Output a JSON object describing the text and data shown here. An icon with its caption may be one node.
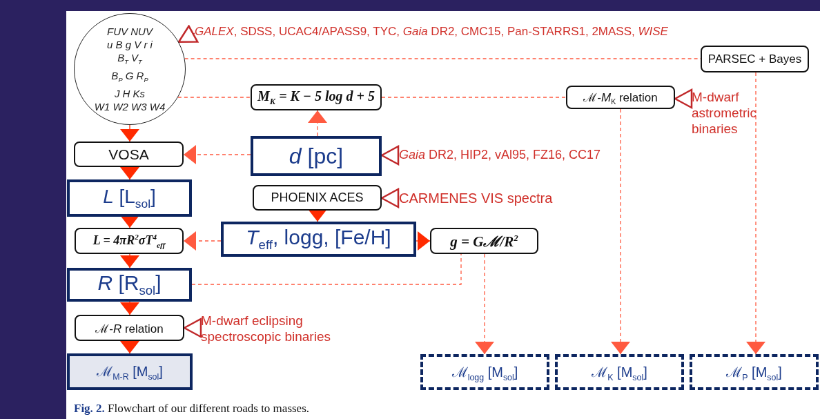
{
  "diagram": {
    "caption": "**Fig. 2.** Flowchart of our different roads to masses.",
    "nodes": [
      {
        "text": [
          "FUV NUV",
          "u B g V r i",
          "B$_{T}$ V$_{T}$",
          "B$_{P}$ G R$_{P}$",
          "J H Ks",
          "W1 W2 W3 W4"
        ]
      },
      {
        "text": [
          "*GALEX*, SDSS, UCAC4/APASS9, TYC, *Gaia* DR2, CMC15, Pan-STARRS1, 2MASS, *WISE*"
        ]
      },
      {
        "text": [
          "PARSEC + Bayes"
        ]
      },
      {
        "text": [
          "M$_{K}$ = K − 5 log d + 5"
        ]
      },
      {
        "text": [
          "ℳ-*M*$_{K}$ relation"
        ]
      },
      {
        "text": [
          "M-dwarf astrometric binaries"
        ]
      },
      {
        "text": [
          "VOSA"
        ]
      },
      {
        "text": [
          "*d* [pc]"
        ]
      },
      {
        "text": [
          "*Gaia* DR2, HIP2, vAl95, FZ16, CC17"
        ]
      },
      {
        "text": [
          "*L* [L$_{sol}$]"
        ]
      },
      {
        "text": [
          "PHOENIX ACES"
        ]
      },
      {
        "text": [
          "CARMENES VIS spectra"
        ]
      },
      {
        "text": [
          "L = 4πR$^{2}$σT$^{4}$$_{eff}$"
        ]
      },
      {
        "text": [
          "*T*$_{eff}$, logg, [Fe/H]"
        ]
      },
      {
        "text": [
          "g = Gℳ/R$^{2}$"
        ]
      },
      {
        "text": [
          "*R* [R$_{sol}$]"
        ]
      },
      {
        "text": [
          "ℳ-*R* relation"
        ]
      },
      {
        "text": [
          "M-dwarf eclipsing spectroscopic binaries"
        ]
      },
      {
        "text": [
          "ℳ$_{M-R}$ [M$_{sol}$]"
        ]
      },
      {
        "text": [
          "ℳ$_{logg}$ [M$_{sol}$]"
        ]
      },
      {
        "text": [
          "ℳ$_{K}$ [M$_{sol}$]"
        ]
      },
      {
        "text": [
          "ℳ$_{P}$ [M$_{sol}$]"
        ]
      }
    ],
    "edges": [
      {
        "from": 1,
        "to": 0,
        "arrow": "to",
        "color": "#c0282a"
      },
      {
        "from": 0,
        "to": 6,
        "arrow": "to"
      },
      {
        "from": 0,
        "to": 2,
        "arrow": "none",
        "style": "dashed"
      },
      {
        "from": 0,
        "to": 3,
        "arrow": "none",
        "style": "dashed"
      },
      {
        "from": 3,
        "to": 4,
        "arrow": "none",
        "style": "dashed"
      },
      {
        "from": 7,
        "to": 3,
        "arrow": "to",
        "style": "dashed"
      },
      {
        "from": 5,
        "to": 4,
        "arrow": "to",
        "color": "#c0282a"
      },
      {
        "from": 7,
        "to": 6,
        "arrow": "to",
        "style": "dashed"
      },
      {
        "from": 8,
        "to": 7,
        "arrow": "to",
        "color": "#c0282a"
      },
      {
        "from": 6,
        "to": 9,
        "arrow": "to"
      },
      {
        "from": 11,
        "to": 10,
        "arrow": "to",
        "color": "#c0282a"
      },
      {
        "from": 9,
        "to": 12,
        "arrow": "to"
      },
      {
        "from": 10,
        "to": 13,
        "arrow": "to"
      },
      {
        "from": 13,
        "to": 12,
        "arrow": "to",
        "style": "dashed"
      },
      {
        "from": 13,
        "to": 14,
        "arrow": "to"
      },
      {
        "from": 12,
        "to": 15,
        "arrow": "to"
      },
      {
        "from": 15,
        "to": 14,
        "arrow": "to",
        "style": "dashed"
      },
      {
        "from": 15,
        "to": 16,
        "arrow": "to"
      },
      {
        "from": 17,
        "to": 16,
        "arrow": "to",
        "color": "#c0282a"
      },
      {
        "from": 16,
        "to": 18,
        "arrow": "to"
      },
      {
        "from": 14,
        "to": 19,
        "arrow": "to",
        "style": "dashed"
      },
      {
        "from": 4,
        "to": 20,
        "arrow": "to",
        "style": "dashed"
      },
      {
        "from": 2,
        "to": 21,
        "arrow": "to",
        "style": "dashed"
      }
    ]
  }
}
